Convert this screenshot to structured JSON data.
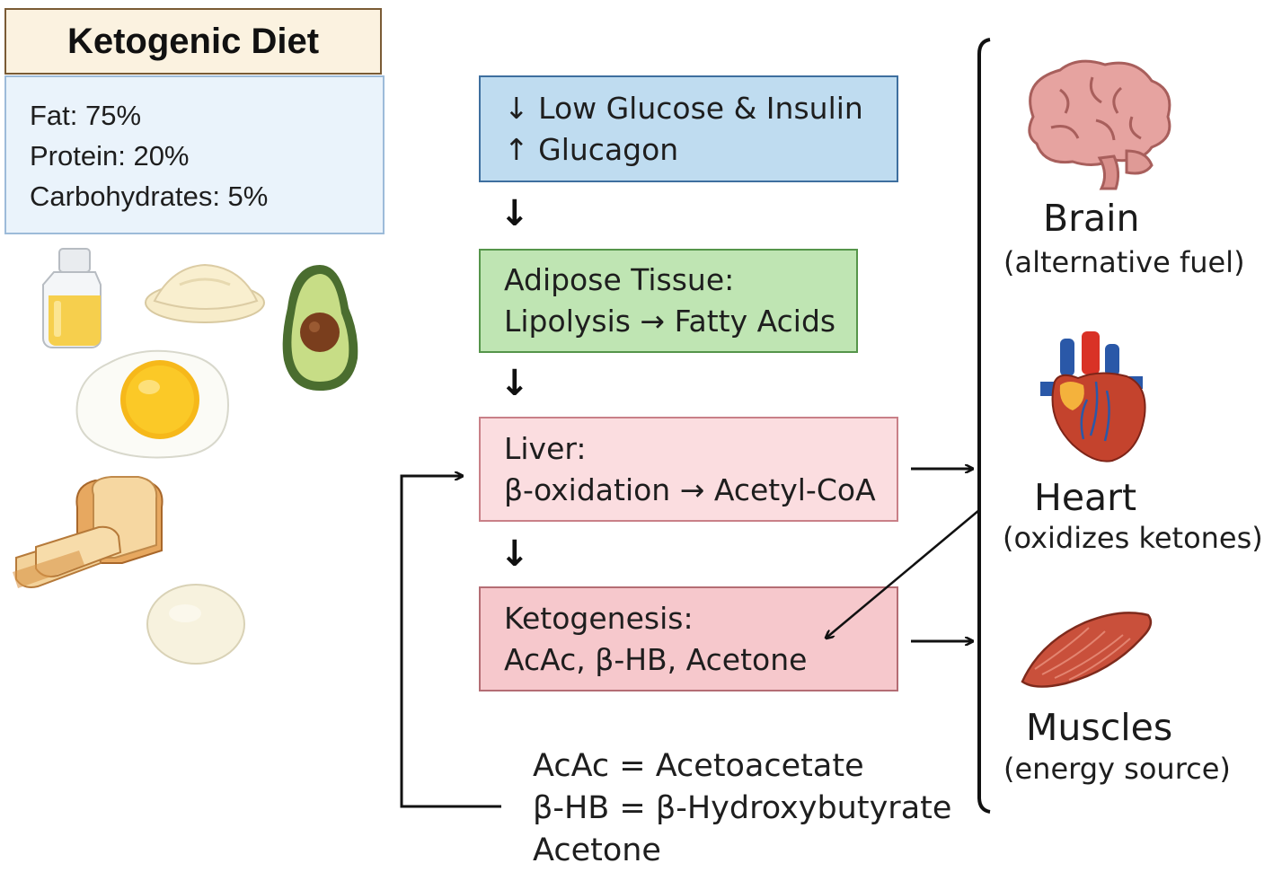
{
  "diet": {
    "title": "Ketogenic Diet",
    "macros": [
      "Fat: 75%",
      "Protein: 20%",
      "Carbohydrates: 5%"
    ],
    "food_icons": [
      "oil-bottle-icon",
      "cream-icon",
      "avocado-icon",
      "egg-icon",
      "bread-icon",
      "cheese-icon"
    ]
  },
  "pathway": {
    "glucose": {
      "line1": "↓ Low Glucose & Insulin",
      "line2": "↑ Glucagon"
    },
    "adipose": {
      "line1": "Adipose Tissue:",
      "line2": "Lipolysis → Fatty Acids"
    },
    "liver": {
      "line1": "Liver:",
      "line2": "β-oxidation → Acetyl-CoA"
    },
    "ketogenesis": {
      "line1": "Ketogenesis:",
      "line2": "AcAc, β-HB, Acetone"
    },
    "down_arrow": "↓"
  },
  "legend": [
    "AcAc = Acetoacetate",
    "β-HB = β-Hydroxybutyrate",
    "Acetone"
  ],
  "organs": [
    {
      "name": "Brain",
      "desc": "(alternative fuel)",
      "icon": "brain-icon"
    },
    {
      "name": "Heart",
      "desc": "(oxidizes ketones)",
      "icon": "heart-icon"
    },
    {
      "name": "Muscles",
      "desc": "(energy source)",
      "icon": "muscle-icon"
    }
  ],
  "colors": {
    "glucose_box": "#bfdcf0",
    "adipose_box": "#bfe5b3",
    "liver_box": "#fbdde0",
    "ketogenesis_box": "#f6c8cc",
    "diet_title_bg": "#fbf2e0",
    "diet_macros_bg": "#eaf3fb"
  }
}
